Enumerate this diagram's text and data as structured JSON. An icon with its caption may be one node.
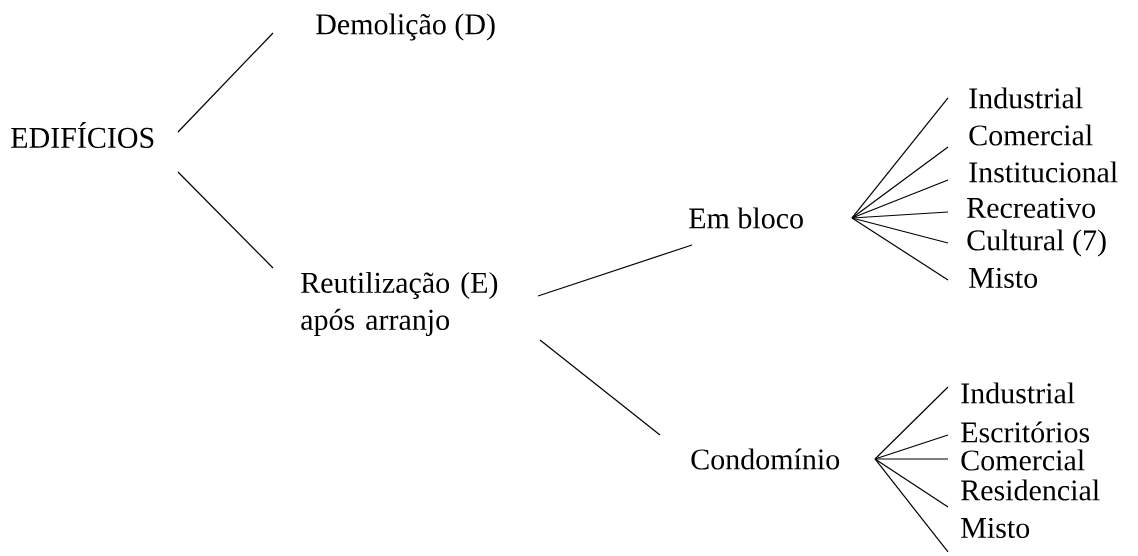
{
  "diagram": {
    "nodes": [
      {
        "text": [
          "EDIFÍCIOS"
        ]
      },
      {
        "text": [
          "Demolição  (D)"
        ]
      },
      {
        "text": [
          "Reutilização  (E) após arranjo"
        ]
      },
      {
        "text": [
          "Em bloco"
        ]
      },
      {
        "text": [
          "Industrial"
        ]
      },
      {
        "text": [
          "Comercial"
        ]
      },
      {
        "text": [
          "Institucional"
        ]
      },
      {
        "text": [
          "Recreativo"
        ]
      },
      {
        "text": [
          "Cultural (7)"
        ]
      },
      {
        "text": [
          "Misto"
        ]
      },
      {
        "text": [
          "Condomínio"
        ]
      },
      {
        "text": [
          "Industrial"
        ]
      },
      {
        "text": [
          "Escritórios"
        ]
      },
      {
        "text": [
          "Comercial"
        ]
      },
      {
        "text": [
          "Residencial"
        ]
      },
      {
        "text": [
          "Misto"
        ]
      }
    ],
    "edges": [
      {
        "from": 0,
        "to": 1,
        "arrow": "none"
      },
      {
        "from": 0,
        "to": 2,
        "arrow": "none"
      },
      {
        "from": 2,
        "to": 3,
        "arrow": "none"
      },
      {
        "from": 2,
        "to": 10,
        "arrow": "none"
      },
      {
        "from": 3,
        "to": 4,
        "arrow": "none"
      },
      {
        "from": 3,
        "to": 5,
        "arrow": "none"
      },
      {
        "from": 3,
        "to": 6,
        "arrow": "none"
      },
      {
        "from": 3,
        "to": 7,
        "arrow": "none"
      },
      {
        "from": 3,
        "to": 8,
        "arrow": "none"
      },
      {
        "from": 3,
        "to": 9,
        "arrow": "none"
      },
      {
        "from": 10,
        "to": 11,
        "arrow": "none"
      },
      {
        "from": 10,
        "to": 12,
        "arrow": "none"
      },
      {
        "from": 10,
        "to": 13,
        "arrow": "none"
      },
      {
        "from": 10,
        "to": 14,
        "arrow": "none"
      },
      {
        "from": 10,
        "to": 15,
        "arrow": "none"
      }
    ]
  }
}
